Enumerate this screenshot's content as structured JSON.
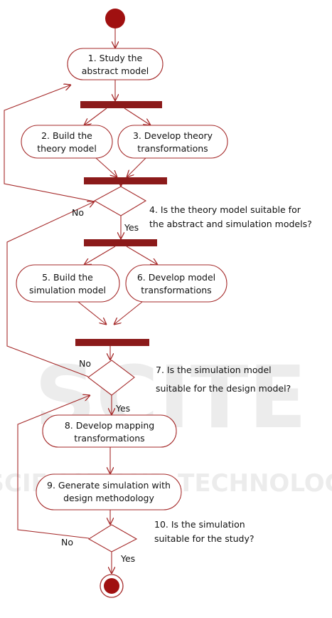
{
  "colors": {
    "line": "#a52a2a",
    "fill": "#ffffff",
    "bar": "#8b1a1a",
    "dot": "#a01010",
    "text": "#111111",
    "watermark": "#ececec"
  },
  "watermark": {
    "line1": "SCITE",
    "line2": "SCIENCE AND TECHNOLOGY"
  },
  "nodes": {
    "n1": [
      "1. Study the",
      "abstract model"
    ],
    "n2": [
      "2. Build the",
      "theory model"
    ],
    "n3": [
      "3. Develop theory",
      "transformations"
    ],
    "n5": [
      "5. Build the",
      "simulation model"
    ],
    "n6": [
      "6. Develop model",
      "transformations"
    ],
    "n8": [
      "8. Develop mapping",
      "transformations"
    ],
    "n9": [
      "9. Generate simulation with",
      "design methodology"
    ]
  },
  "decisions": {
    "d4": [
      "4. Is the theory model suitable for",
      "the abstract and simulation models?"
    ],
    "d7": [
      "7. Is the simulation model",
      "suitable for the design model?"
    ],
    "d10": [
      "10. Is the simulation",
      "suitable for the study?"
    ]
  },
  "edge_labels": {
    "no1": "No",
    "yes1": "Yes",
    "no2": "No",
    "yes2": "Yes",
    "no3": "No",
    "yes3": "Yes"
  }
}
